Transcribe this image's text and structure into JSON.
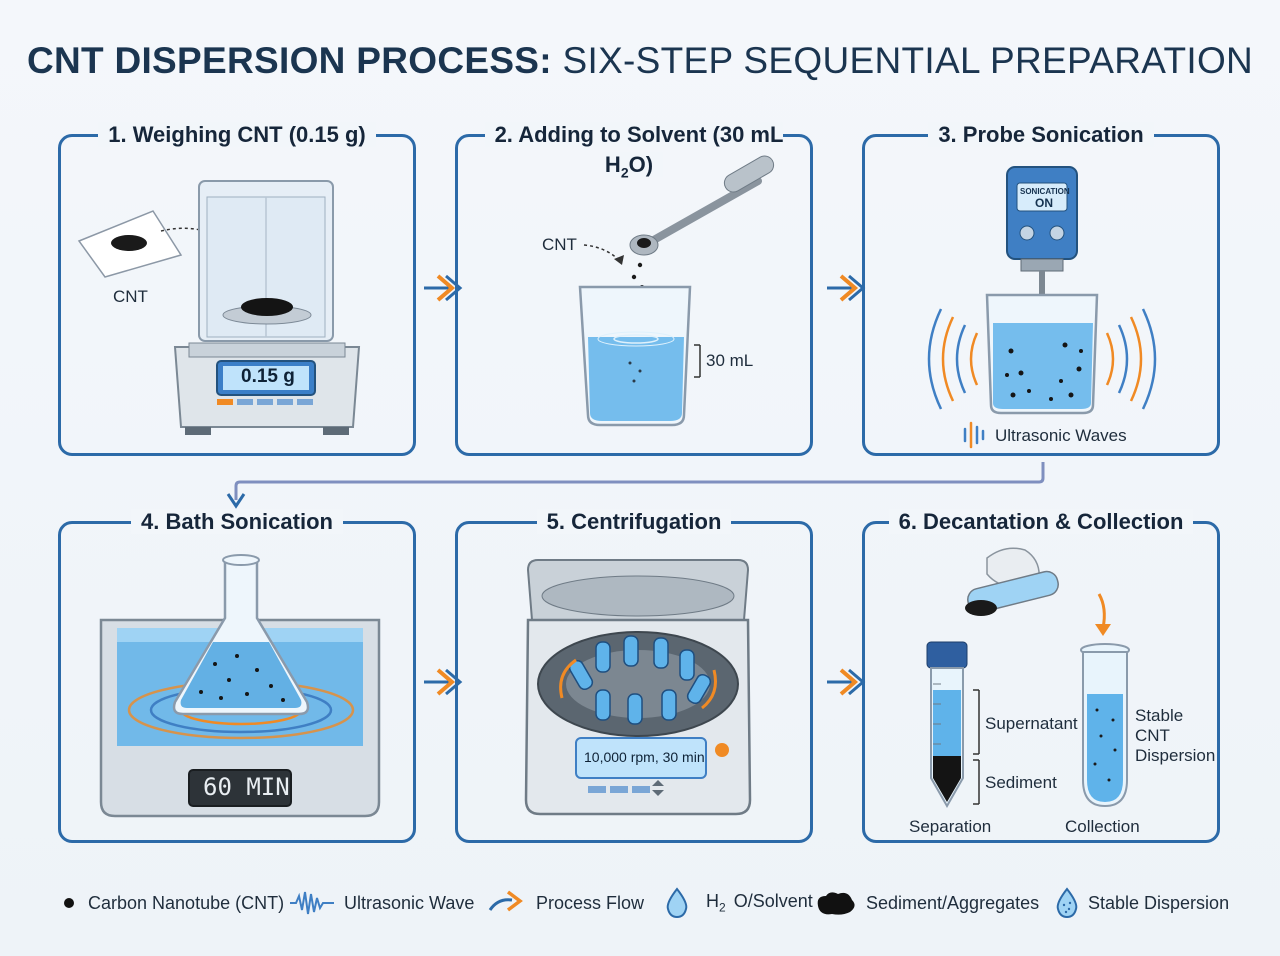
{
  "title": {
    "bold": "CNT DISPERSION PROCESS:",
    "light": "SIX-STEP SEQUENTIAL PREPARATION"
  },
  "steps": [
    {
      "title": "1. Weighing CNT (0.15 g)",
      "labels": {
        "cnt": "CNT",
        "display": "0.15 g"
      }
    },
    {
      "title_main": "2. Adding to Solvent (30 mL H",
      "title_sub": "2",
      "title_end": "O)",
      "labels": {
        "cnt": "CNT",
        "volume": "30 mL"
      }
    },
    {
      "title": "3. Probe Sonication",
      "labels": {
        "sonication": "SONICATION",
        "on": "ON",
        "waves": "Ultrasonic Waves"
      }
    },
    {
      "title": "4. Bath Sonication",
      "labels": {
        "timer": "60 MIN"
      }
    },
    {
      "title": "5. Centrifugation",
      "labels": {
        "display": "10,000 rpm, 30 min"
      }
    },
    {
      "title": "6. Decantation & Collection",
      "labels": {
        "supernatant": "Supernatant",
        "sediment": "Sediment",
        "stable1": "Stable",
        "stable2": "CNT",
        "stable3": "Dispersion",
        "separation": "Separation",
        "collection": "Collection"
      }
    }
  ],
  "legend": [
    {
      "icon": "cnt-dot-icon",
      "label": "Carbon Nanotube (CNT)"
    },
    {
      "icon": "ultrasonic-wave-icon",
      "label": "Ultrasonic Wave"
    },
    {
      "icon": "process-flow-arrow-icon",
      "label": "Process Flow"
    },
    {
      "icon": "water-drop-icon",
      "label_main": "H",
      "label_sub": "2",
      "label_end": "O/Solvent"
    },
    {
      "icon": "sediment-icon",
      "label": "Sediment/Aggregates"
    },
    {
      "icon": "dispersion-drop-icon",
      "label": "Stable Dispersion"
    }
  ],
  "colors": {
    "frame": "#2c6aa8",
    "accent": "#f08a24",
    "water": "#5fb3ea"
  }
}
